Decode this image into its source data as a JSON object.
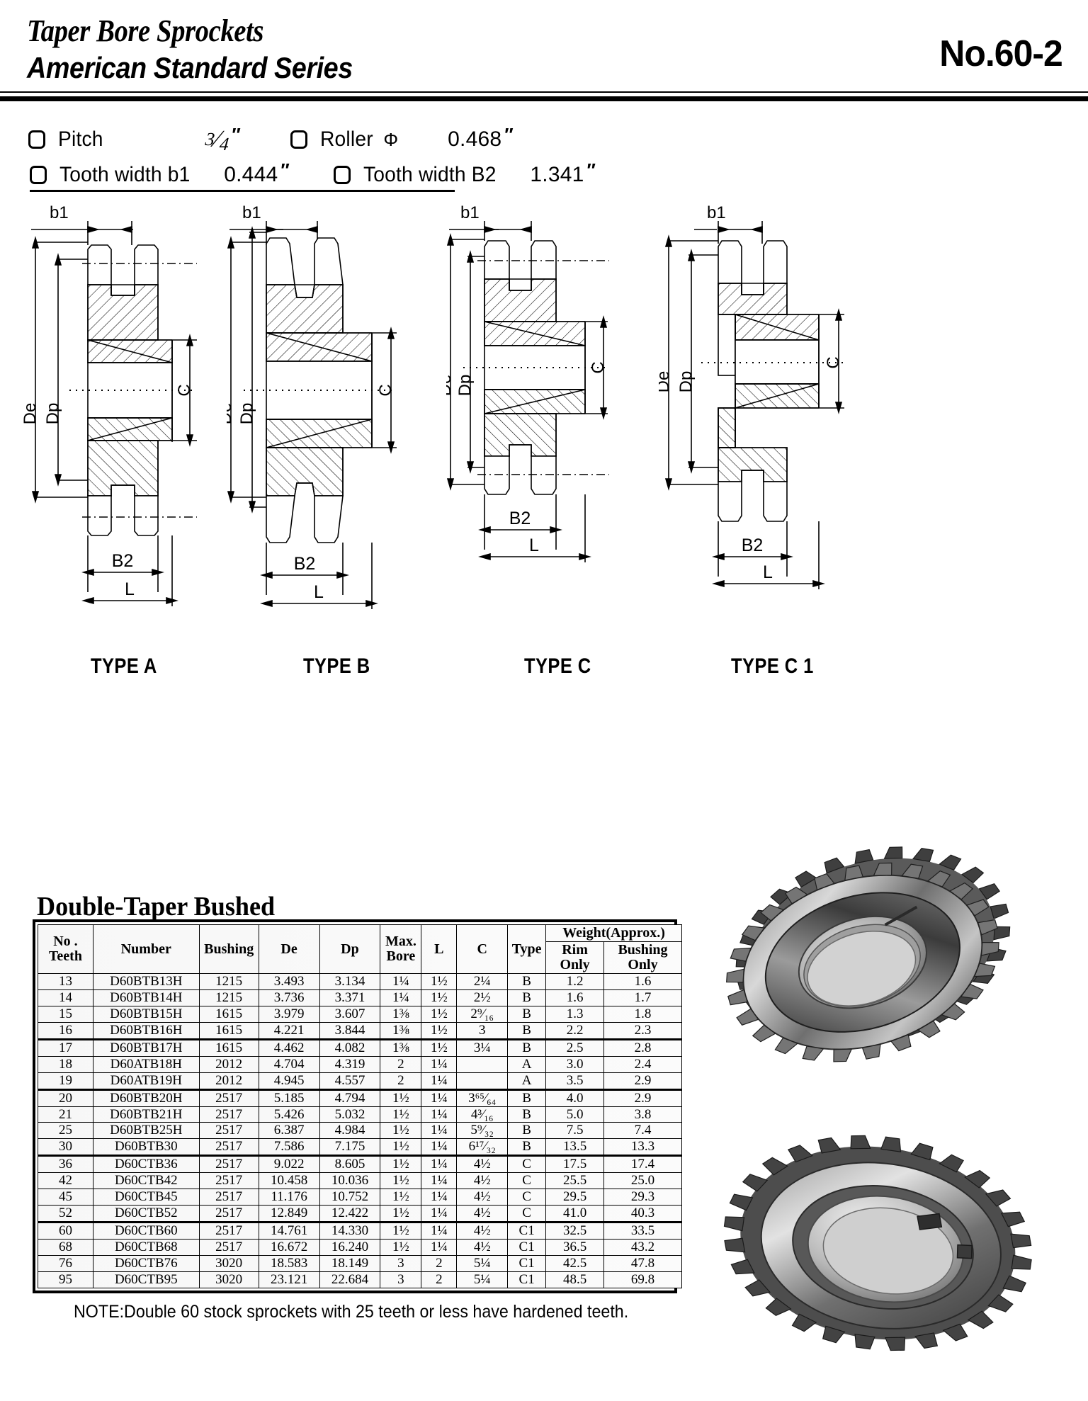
{
  "header": {
    "title_line1": "Taper Bore Sprockets",
    "title_line2": "American Standard Series",
    "page_number": "No.60-2"
  },
  "specs": {
    "pitch_label": "Pitch",
    "pitch_num": "3",
    "pitch_slash": "⁄",
    "pitch_den": "4",
    "pitch_unit": "″",
    "roller_label": "Roller",
    "roller_symbol": "Φ",
    "roller_value": "0.468",
    "roller_unit": "″",
    "b1_label": "Tooth width b1",
    "b1_value": "0.444",
    "b1_unit": "″",
    "b2_label": "Tooth width B2",
    "b2_value": "1.341",
    "b2_unit": "″"
  },
  "drawings": {
    "dim_b1": "b1",
    "dim_De": "De",
    "dim_Dp": "Dp",
    "dim_C": "C",
    "dim_B2": "B2",
    "dim_L": "L",
    "types": [
      {
        "label": "TYPE A"
      },
      {
        "label": "TYPE B"
      },
      {
        "label": "TYPE C"
      },
      {
        "label": "TYPE C 1"
      }
    ]
  },
  "table": {
    "section_title": "Double-Taper Bushed",
    "headers": {
      "no_teeth": "No .\nTeeth",
      "no_teeth_l1": "No .",
      "no_teeth_l2": "Teeth",
      "number": "Number",
      "bushing": "Bushing",
      "de": "De",
      "dp": "Dp",
      "max_bore_l1": "Max.",
      "max_bore_l2": "Bore",
      "l": "L",
      "c": "C",
      "type": "Type",
      "weight": "Weight(Approx.)",
      "rim_only_l1": "Rim",
      "rim_only_l2": "Only",
      "bushing_only_l1": "Bushing",
      "bushing_only_l2": "Only"
    },
    "groups": [
      {
        "rows": [
          {
            "teeth": "13",
            "number": "D60BTB13H",
            "bushing": "1215",
            "de": "3.493",
            "dp": "3.134",
            "max_bore": "1¼",
            "l": "1½",
            "c": "2¼",
            "type": "B",
            "rim": "1.2",
            "bush": "1.6"
          },
          {
            "teeth": "14",
            "number": "D60BTB14H",
            "bushing": "1215",
            "de": "3.736",
            "dp": "3.371",
            "max_bore": "1¼",
            "l": "1½",
            "c": "2½",
            "type": "B",
            "rim": "1.6",
            "bush": "1.7"
          },
          {
            "teeth": "15",
            "number": "D60BTB15H",
            "bushing": "1615",
            "de": "3.979",
            "dp": "3.607",
            "max_bore": "1⅜",
            "l": "1½",
            "c": "2⁹⁄₁₆",
            "type": "B",
            "rim": "1.3",
            "bush": "1.8"
          },
          {
            "teeth": "16",
            "number": "D60BTB16H",
            "bushing": "1615",
            "de": "4.221",
            "dp": "3.844",
            "max_bore": "1⅜",
            "l": "1½",
            "c": "3",
            "type": "B",
            "rim": "2.2",
            "bush": "2.3"
          }
        ]
      },
      {
        "rows": [
          {
            "teeth": "17",
            "number": "D60BTB17H",
            "bushing": "1615",
            "de": "4.462",
            "dp": "4.082",
            "max_bore": "1⅜",
            "l": "1½",
            "c": "3¼",
            "type": "B",
            "rim": "2.5",
            "bush": "2.8"
          },
          {
            "teeth": "18",
            "number": "D60ATB18H",
            "bushing": "2012",
            "de": "4.704",
            "dp": "4.319",
            "max_bore": "2",
            "l": "1¼",
            "c": "",
            "type": "A",
            "rim": "3.0",
            "bush": "2.4"
          },
          {
            "teeth": "19",
            "number": "D60ATB19H",
            "bushing": "2012",
            "de": "4.945",
            "dp": "4.557",
            "max_bore": "2",
            "l": "1¼",
            "c": "",
            "type": "A",
            "rim": "3.5",
            "bush": "2.9"
          }
        ]
      },
      {
        "rows": [
          {
            "teeth": "20",
            "number": "D60BTB20H",
            "bushing": "2517",
            "de": "5.185",
            "dp": "4.794",
            "max_bore": "1½",
            "l": "1¼",
            "c": "3⁶⁵⁄₆₄",
            "type": "B",
            "rim": "4.0",
            "bush": "2.9"
          },
          {
            "teeth": "21",
            "number": "D60BTB21H",
            "bushing": "2517",
            "de": "5.426",
            "dp": "5.032",
            "max_bore": "1½",
            "l": "1¼",
            "c": "4³⁄₁₆",
            "type": "B",
            "rim": "5.0",
            "bush": "3.8"
          },
          {
            "teeth": "25",
            "number": "D60BTB25H",
            "bushing": "2517",
            "de": "6.387",
            "dp": "4.984",
            "max_bore": "1½",
            "l": "1¼",
            "c": "5⁹⁄₃₂",
            "type": "B",
            "rim": "7.5",
            "bush": "7.4"
          },
          {
            "teeth": "30",
            "number": "D60BTB30",
            "bushing": "2517",
            "de": "7.586",
            "dp": "7.175",
            "max_bore": "1½",
            "l": "1¼",
            "c": "6¹⁷⁄₃₂",
            "type": "B",
            "rim": "13.5",
            "bush": "13.3"
          }
        ]
      },
      {
        "rows": [
          {
            "teeth": "36",
            "number": "D60CTB36",
            "bushing": "2517",
            "de": "9.022",
            "dp": "8.605",
            "max_bore": "1½",
            "l": "1¼",
            "c": "4½",
            "type": "C",
            "rim": "17.5",
            "bush": "17.4"
          },
          {
            "teeth": "42",
            "number": "D60CTB42",
            "bushing": "2517",
            "de": "10.458",
            "dp": "10.036",
            "max_bore": "1½",
            "l": "1¼",
            "c": "4½",
            "type": "C",
            "rim": "25.5",
            "bush": "25.0"
          },
          {
            "teeth": "45",
            "number": "D60CTB45",
            "bushing": "2517",
            "de": "11.176",
            "dp": "10.752",
            "max_bore": "1½",
            "l": "1¼",
            "c": "4½",
            "type": "C",
            "rim": "29.5",
            "bush": "29.3"
          },
          {
            "teeth": "52",
            "number": "D60CTB52",
            "bushing": "2517",
            "de": "12.849",
            "dp": "12.422",
            "max_bore": "1½",
            "l": "1¼",
            "c": "4½",
            "type": "C",
            "rim": "41.0",
            "bush": "40.3"
          }
        ]
      },
      {
        "rows": [
          {
            "teeth": "60",
            "number": "D60CTB60",
            "bushing": "2517",
            "de": "14.761",
            "dp": "14.330",
            "max_bore": "1½",
            "l": "1¼",
            "c": "4½",
            "type": "C1",
            "rim": "32.5",
            "bush": "33.5"
          },
          {
            "teeth": "68",
            "number": "D60CTB68",
            "bushing": "2517",
            "de": "16.672",
            "dp": "16.240",
            "max_bore": "1½",
            "l": "1¼",
            "c": "4½",
            "type": "C1",
            "rim": "36.5",
            "bush": "43.2"
          },
          {
            "teeth": "76",
            "number": "D60CTB76",
            "bushing": "3020",
            "de": "18.583",
            "dp": "18.149",
            "max_bore": "3",
            "l": "2",
            "c": "5¼",
            "type": "C1",
            "rim": "42.5",
            "bush": "47.8"
          },
          {
            "teeth": "95",
            "number": "D60CTB95",
            "bushing": "3020",
            "de": "23.121",
            "dp": "22.684",
            "max_bore": "3",
            "l": "2",
            "c": "5¼",
            "type": "C1",
            "rim": "48.5",
            "bush": "69.8"
          }
        ]
      }
    ],
    "note": "NOTE:Double 60 stock sprockets with 25 teeth or less have hardened teeth."
  },
  "photos": [
    {
      "name": "sprocket-photo-top"
    },
    {
      "name": "sprocket-photo-bottom"
    }
  ],
  "colors": {
    "ink": "#000000",
    "paper": "#ffffff",
    "table_bg": "#f7f7f7"
  }
}
